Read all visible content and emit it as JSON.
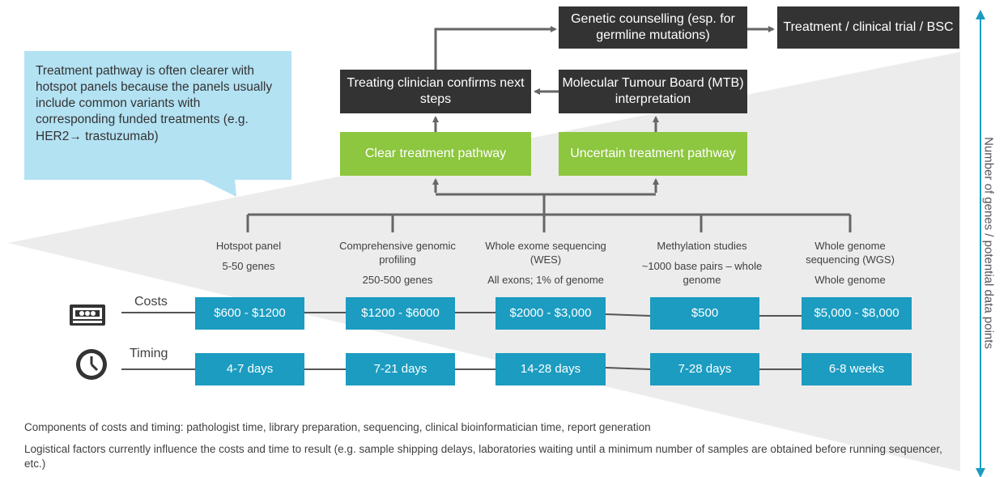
{
  "flow": {
    "genetic_counselling": "Genetic counselling (esp. for germline mutations)",
    "treatment_outcome": "Treatment / clinical trial / BSC",
    "clinician_confirms": "Treating clinician confirms next steps",
    "mtb": "Molecular Tumour Board (MTB) interpretation",
    "clear_pathway": "Clear treatment pathway",
    "uncertain_pathway": "Uncertain treatment pathway"
  },
  "callout": {
    "text": "Treatment pathway is often clearer with hotspot panels because the panels usually include common variants with corresponding funded treatments (e.g. HER2→ trastuzumab)"
  },
  "tests": [
    {
      "name": "Hotspot panel",
      "detail": "5-50 genes",
      "cost": "$600 - $1200",
      "timing": "4-7 days"
    },
    {
      "name": "Comprehensive genomic profiling",
      "detail": "250-500 genes",
      "cost": "$1200 - $6000",
      "timing": "7-21 days"
    },
    {
      "name": "Whole exome sequencing (WES)",
      "detail": "All exons; 1% of genome",
      "cost": "$2000 - $3,000",
      "timing": "14-28 days"
    },
    {
      "name": "Methylation studies",
      "detail": "~1000 base pairs – whole genome",
      "cost": "$500",
      "timing": "7-28 days"
    },
    {
      "name": "Whole genome sequencing (WGS)",
      "detail": "Whole genome",
      "cost": "$5,000 - $8,000",
      "timing": "6-8 weeks"
    }
  ],
  "rows": {
    "costs_label": "Costs",
    "timing_label": "Timing"
  },
  "y_axis_label": "Number of genes / potential data points",
  "footnotes": {
    "line1": "Components of costs and timing: pathologist time, library preparation, sequencing, clinical bioinformatician time, report generation",
    "line2": "Logistical factors currently influence the costs and time to result (e.g. sample shipping delays, laboratories waiting until a minimum number of samples are obtained before running sequencer, etc.)"
  },
  "colors": {
    "dark_box": "#333333",
    "green_box": "#8dc63f",
    "teal_box": "#1b9cc0",
    "callout": "#b3e2f3",
    "wedge": "#ededed",
    "axis_arrow": "#1b9cc0"
  },
  "icons": {
    "costs": "money-icon",
    "timing": "clock-icon"
  }
}
